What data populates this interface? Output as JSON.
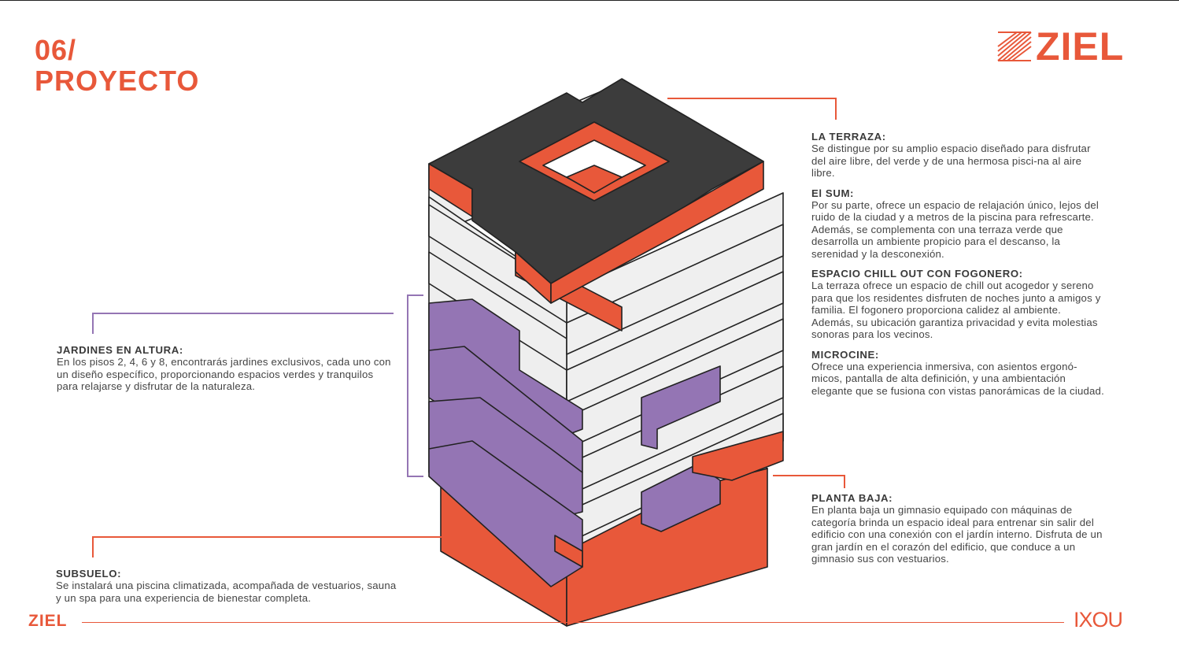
{
  "header": {
    "number": "06/",
    "title": "PROYECTO"
  },
  "brand": {
    "logo_word": "ZIEL",
    "footer_word": "ZIEL",
    "partner_logo": "IXOU",
    "accent_color": "#e8583a",
    "purple_color": "#9475b4",
    "dark_color": "#3c3c3c"
  },
  "sections": {
    "terraza": {
      "heading": "LA TERRAZA:",
      "text": "Se distingue por su amplio espacio diseñado para disfrutar del aire libre, del verde y de una hermosa pisci-na al aire libre."
    },
    "sum": {
      "heading": "El SUM:",
      "text": "Por su parte, ofrece un espacio de relajación único, lejos del ruido de la ciudad y a metros de la piscina para refrescarte. Además, se complementa con una terraza verde que desarrolla un ambiente propicio para el descanso, la serenidad y la desconexión."
    },
    "chill": {
      "heading": "ESPACIO CHILL OUT CON FOGONERO:",
      "text": "La terraza ofrece un espacio de chill out acogedor y sereno para que los residentes disfruten de noches junto a amigos y familia. El fogonero proporciona calidez al ambiente. Además, su ubicación garantiza privacidad y evita molestias sonoras para los vecinos."
    },
    "microcine": {
      "heading": "MICROCINE:",
      "text": "Ofrece una experiencia inmersiva, con asientos ergonó-micos, pantalla de alta definición, y una ambientación elegante que se fusiona con vistas panorámicas de la ciudad."
    },
    "planta_baja": {
      "heading": "PLANTA BAJA:",
      "text": "En planta baja un gimnasio equipado con máquinas de categoría brinda un espacio ideal para entrenar sin salir del edificio con una conexión con el jardín interno. Disfruta de un gran jardín en el corazón del edificio, que conduce a un gimnasio sus con vestuarios."
    },
    "jardines": {
      "heading": "JARDINES EN ALTURA:",
      "text": "En los pisos 2, 4, 6 y 8, encontrarás jardines exclusivos, cada uno con un diseño específico, proporcionando espacios verdes y tranquilos para relajarse y disfrutar de la naturaleza."
    },
    "subsuelo": {
      "heading": "SUBSUELO:",
      "text": "Se instalará una piscina climatizada, acompañada de vestuarios, sauna y un spa para una experiencia de bienestar completa."
    }
  }
}
